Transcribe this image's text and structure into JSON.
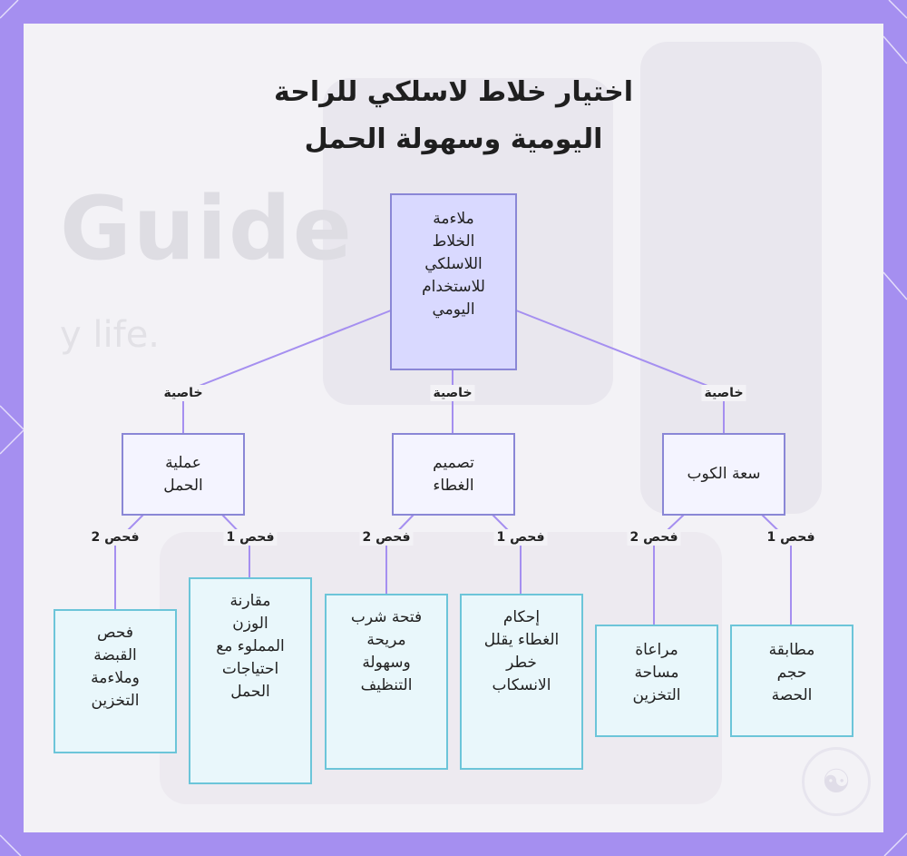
{
  "title": {
    "line1": "اختيار خلاط لاسلكي للراحة",
    "line2": "اليومية وسهولة الحمل"
  },
  "background": {
    "watermark_text": "Guide",
    "watermark_sub": "y life."
  },
  "root": {
    "label": "ملاءمة\nالخلاط\nاللاسلكي\nللاستخدام\nاليومي"
  },
  "edge_labels": {
    "property": "خاصية",
    "check1": "فحص 1",
    "check2": "فحص 2"
  },
  "properties": [
    {
      "label": "سعة الكوب",
      "checks": [
        "مطابقة\nحجم\nالحصة",
        "مراعاة\nمساحة\nالتخزين"
      ]
    },
    {
      "label": "تصميم\nالغطاء",
      "checks": [
        "إحكام\nالغطاء يقلل\nخطر\nالانسكاب",
        "فتحة شرب\nمريحة\nوسهولة\nالتنظيف"
      ]
    },
    {
      "label": "عملية\nالحمل",
      "checks": [
        "مقارنة\nالوزن\nالمملوء مع\nاحتياجات\nالحمل",
        "فحص\nالقبضة\nوملاءمة\nالتخزين"
      ]
    }
  ],
  "colors": {
    "frame": "#a58ff0",
    "root_fill": "#d9d9ff",
    "node_border": "#8a87d6",
    "leaf_fill": "#e9f7fb",
    "leaf_border": "#6cc5d9",
    "edge": "#a58ff0"
  },
  "icons": {
    "logo": "brand-logo-icon"
  }
}
